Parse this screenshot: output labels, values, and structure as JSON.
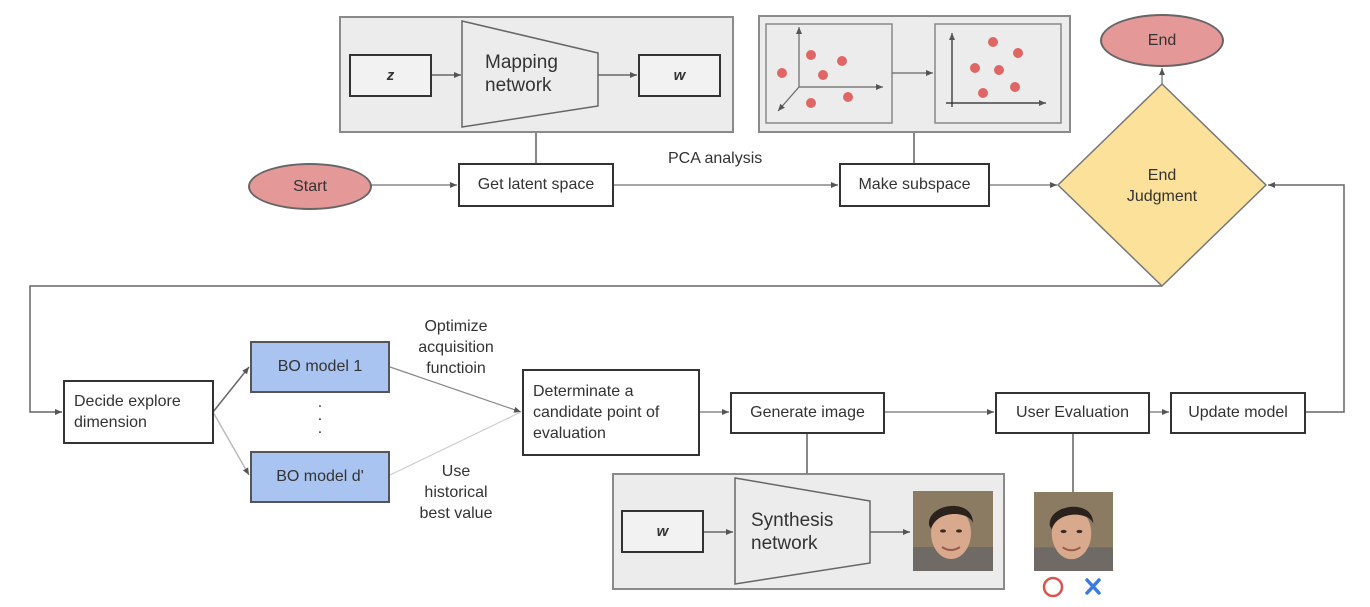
{
  "nodes": {
    "start": "Start",
    "end": "End",
    "get_latent_space": "Get latent space",
    "make_subspace": "Make subspace",
    "end_judgment": [
      "End",
      "Judgment"
    ],
    "decide_explore_dimension": [
      "Decide explore",
      "dimension"
    ],
    "bo_model_1": "BO model 1",
    "bo_model_d": "BO model d'",
    "bo_ellipsis": [
      ".",
      ".",
      "."
    ],
    "determinate_candidate": [
      "Determinate a",
      "candidate point of",
      "evaluation"
    ],
    "generate_image": "Generate image",
    "user_evaluation": "User Evaluation",
    "update_model": "Update model"
  },
  "mapping_panel": {
    "input_var": "z",
    "network": [
      "Mapping",
      "network"
    ],
    "output_var": "w"
  },
  "synthesis_panel": {
    "input_var": "w",
    "network": [
      "Synthesis",
      "network"
    ]
  },
  "edge_labels": {
    "pca": "PCA analysis",
    "optimize": [
      "Optimize",
      "acquisition",
      "functioin"
    ],
    "historical": [
      "Use",
      "historical",
      "best value"
    ]
  },
  "evaluation_marks": {
    "accept": "circle-mark",
    "reject": "cross-mark",
    "accept_color": "#d9534f",
    "reject_color": "#3b7be0"
  },
  "colors": {
    "terminal": "#e59898",
    "decision": "#fbe19a",
    "bo_model": "#a9c4f0",
    "panel": "#ececec",
    "scatter_point": "#e06666"
  }
}
